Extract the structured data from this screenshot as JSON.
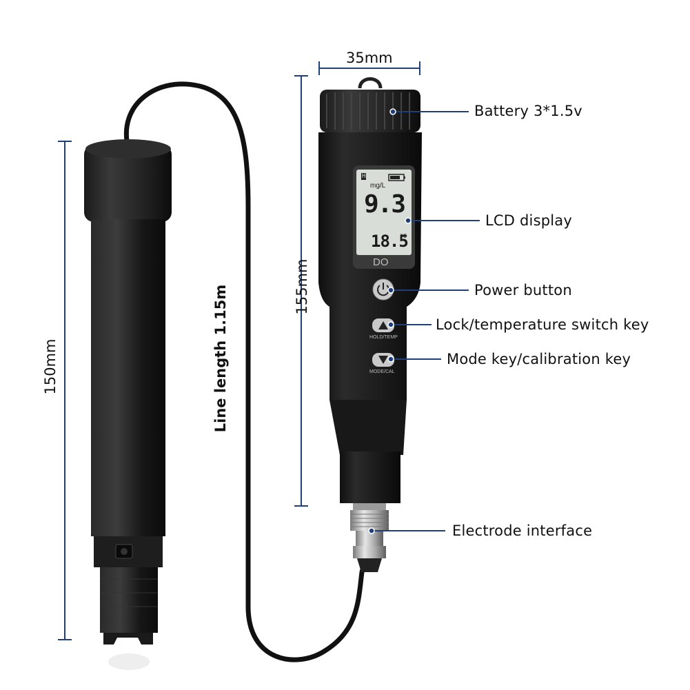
{
  "dimensions": {
    "width": "35mm",
    "meter_height": "155mm",
    "probe_height": "150mm",
    "line_length": "Line length 1.15m"
  },
  "callouts": {
    "battery": "Battery 3*1.5v",
    "lcd": "LCD display",
    "power": "Power button",
    "lock": "Lock/temperature switch key",
    "mode": "Mode key/calibration key",
    "electrode": "Electrode interface"
  },
  "lcd": {
    "hold": "H",
    "unit": "mg/L",
    "reading": "9.3",
    "temperature": "18.5",
    "temp_unit": "°C",
    "model": "DO"
  },
  "buttons": {
    "hold_temp": "HOLD/TEMP",
    "mode_cal": "MODE/CAL"
  },
  "colors": {
    "dimension_line": "#1f3f7a",
    "device_body": "#1b1b1b",
    "lcd_background": "#d9ddd8"
  }
}
